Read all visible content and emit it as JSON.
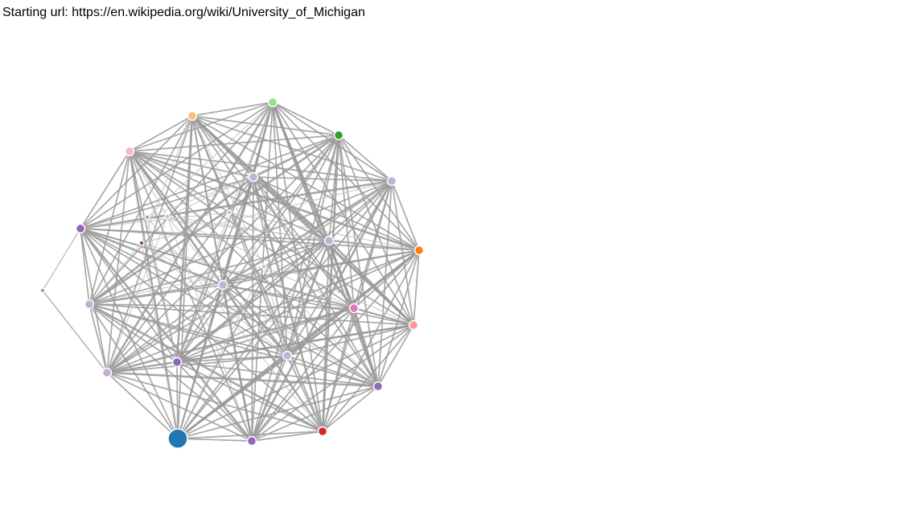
{
  "header": {
    "label": "Starting url:",
    "url": "https://en.wikipedia.org/wiki/University_of_Michigan"
  },
  "graph": {
    "edge_color": "#999999",
    "faint_edge_color": "#bbbbbb",
    "node_stroke": "#ffffff",
    "nodes": [
      {
        "id": "n0",
        "color": "#1f77b4",
        "size": "large"
      },
      {
        "id": "n1",
        "color": "#9467bd"
      },
      {
        "id": "n2",
        "color": "#d62728"
      },
      {
        "id": "n3",
        "color": "#9467bd"
      },
      {
        "id": "n4",
        "color": "#ff9896"
      },
      {
        "id": "n5",
        "color": "#ff7f0e"
      },
      {
        "id": "n6",
        "color": "#c5b0d5"
      },
      {
        "id": "n7",
        "color": "#2ca02c"
      },
      {
        "id": "n8",
        "color": "#98df8a"
      },
      {
        "id": "n9",
        "color": "#ffbb78"
      },
      {
        "id": "n10",
        "color": "#f7b6d2"
      },
      {
        "id": "n11",
        "color": "#9467bd"
      },
      {
        "id": "n12",
        "color": "#c5b0d5"
      },
      {
        "id": "n13",
        "color": "#c5b0d5"
      },
      {
        "id": "n14",
        "color": "#9467bd"
      },
      {
        "id": "n15",
        "color": "#c5b0d5"
      },
      {
        "id": "n16",
        "color": "#c5b0d5"
      },
      {
        "id": "n17",
        "color": "#c5b0d5"
      },
      {
        "id": "n18",
        "color": "#e377c2"
      },
      {
        "id": "n19",
        "color": "#c5b0d5"
      },
      {
        "id": "n20",
        "color": "#aec7e8",
        "size": "tiny"
      },
      {
        "id": "n21",
        "color": "#aec7e8",
        "size": "tiny"
      },
      {
        "id": "n22",
        "color": "#aec7e8",
        "size": "tiny"
      },
      {
        "id": "n23",
        "color": "#8c564b",
        "size": "tiny"
      },
      {
        "id": "n24",
        "color": "#c49c94",
        "size": "tiny"
      },
      {
        "id": "n25",
        "color": "#c49c94",
        "size": "tiny"
      }
    ]
  }
}
